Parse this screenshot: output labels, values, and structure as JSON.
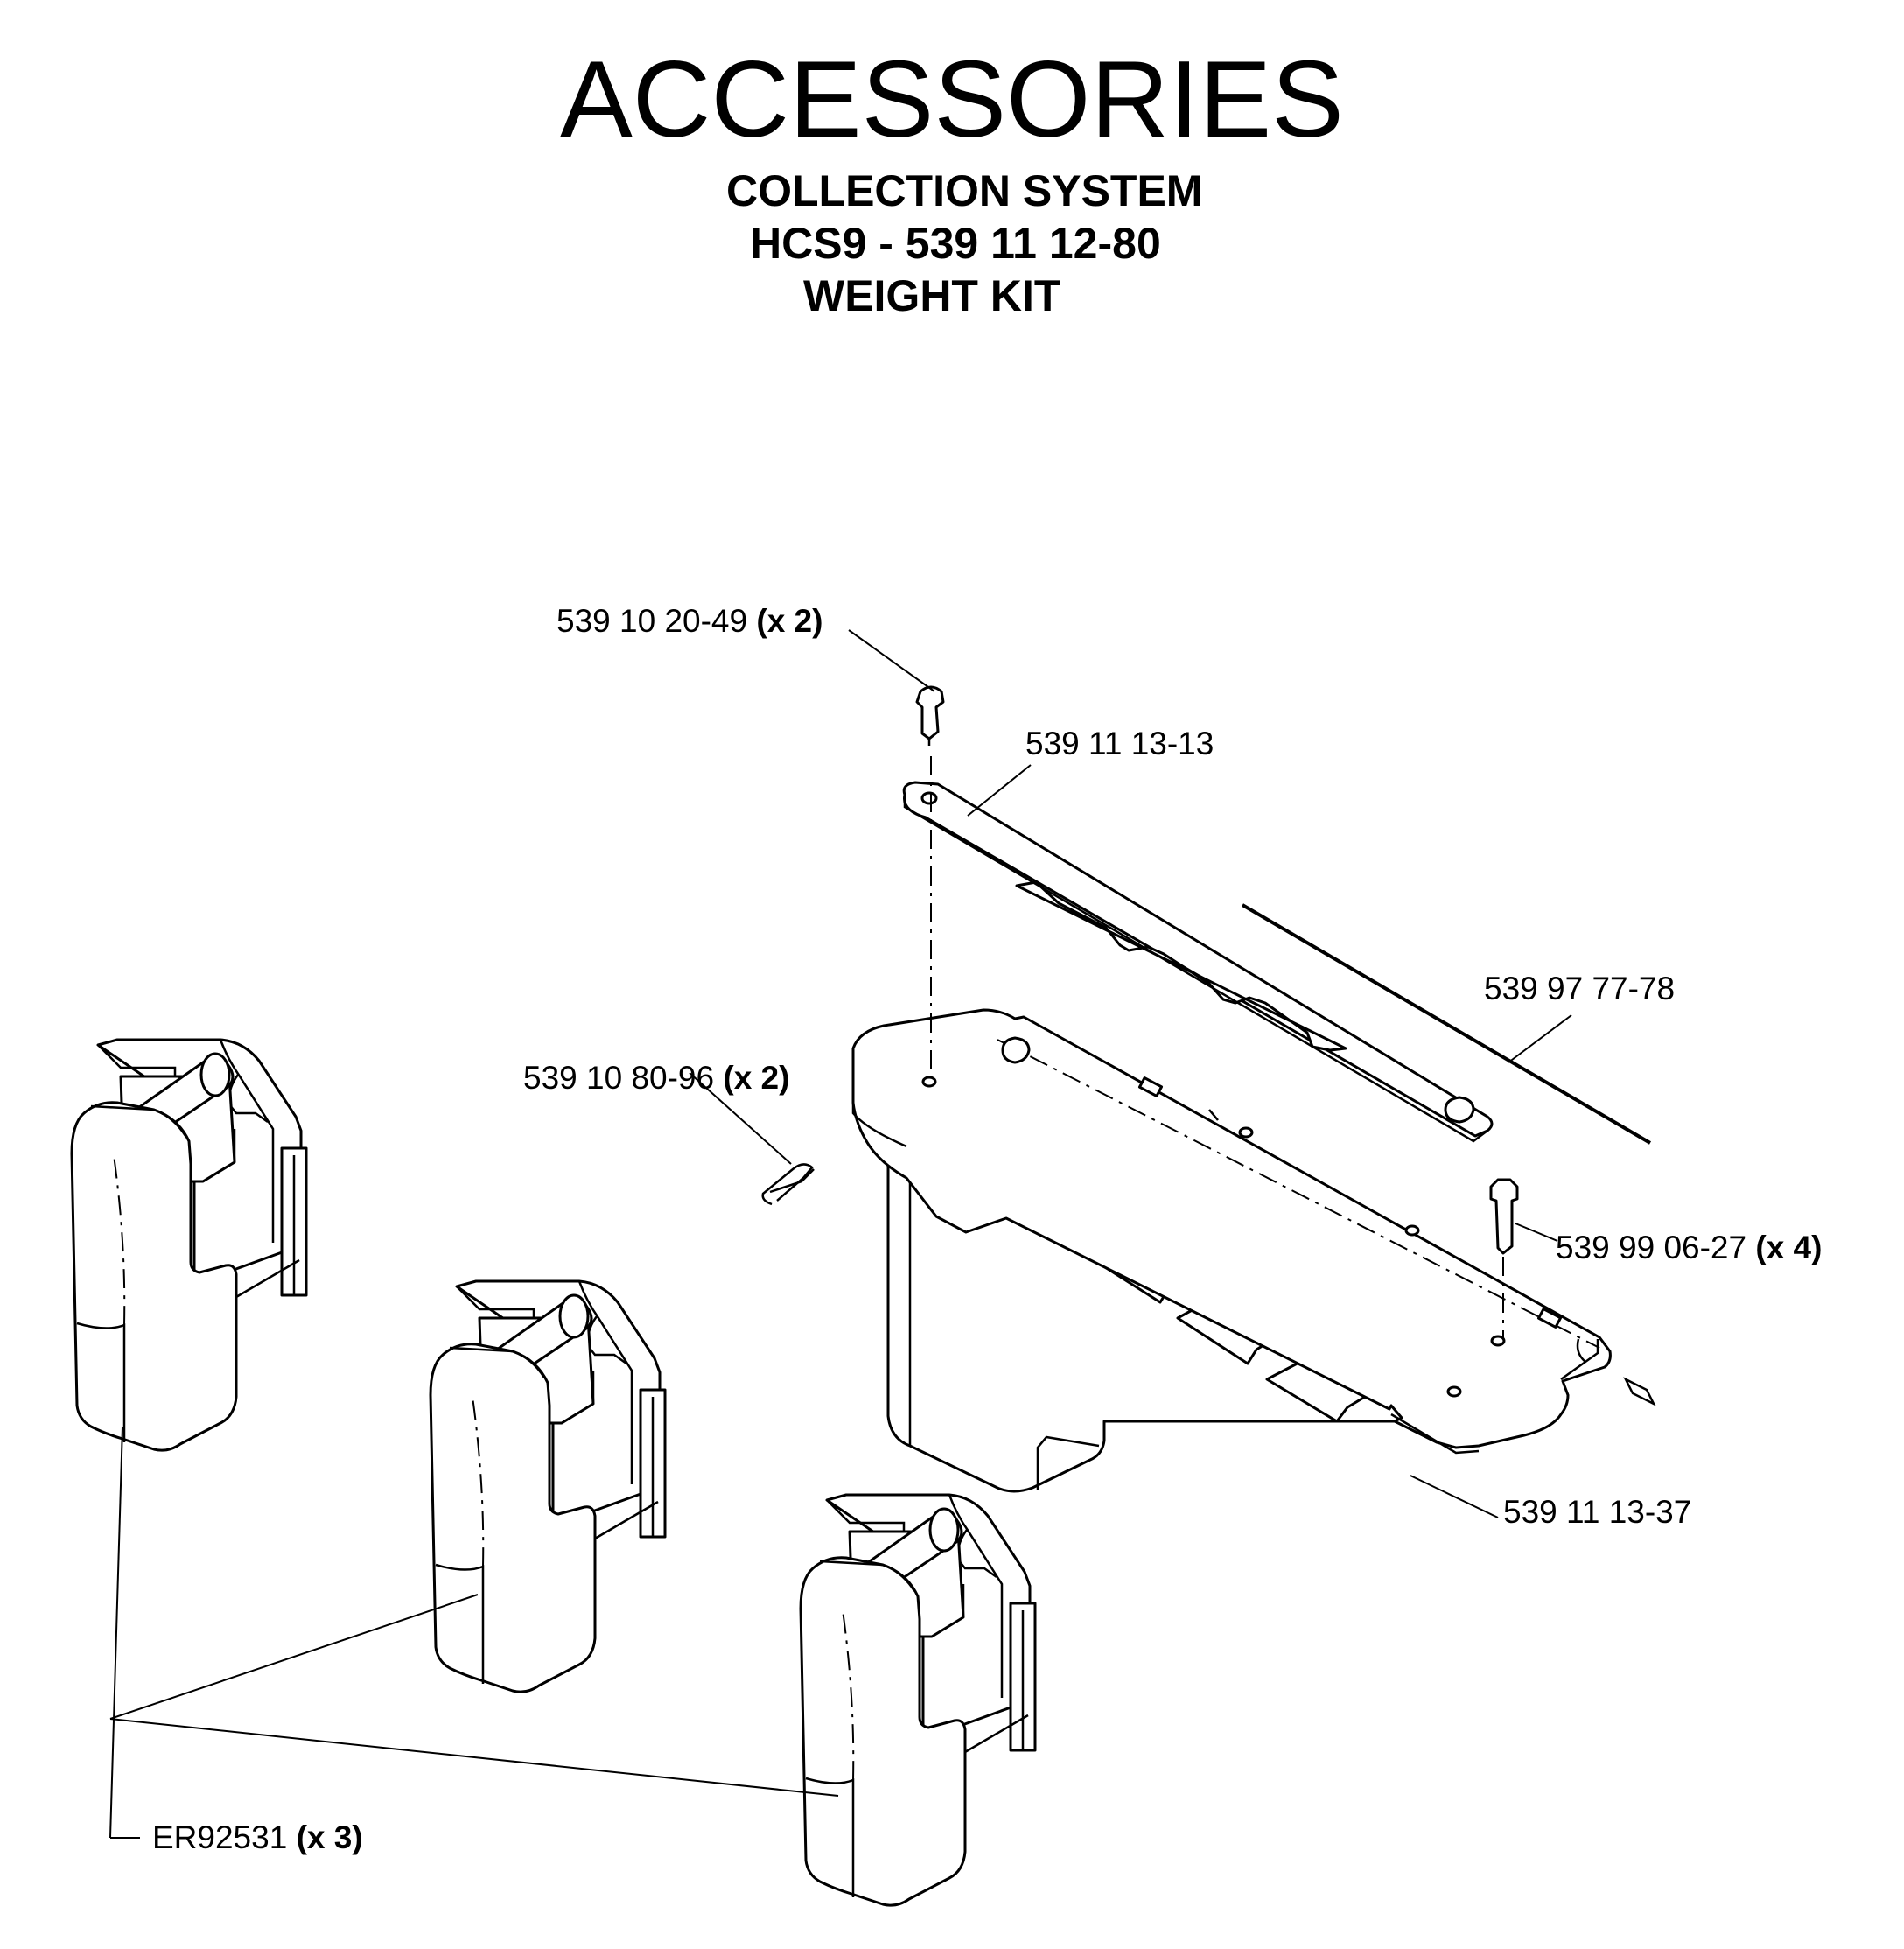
{
  "header": {
    "title": "ACCESSORIES",
    "subtitle_1": "COLLECTION SYSTEM",
    "subtitle_2": "HCS9 - 539 11 12-80",
    "subtitle_3": "WEIGHT KIT"
  },
  "callouts": [
    {
      "part": "539 10 20-49",
      "qty": "(x 2)"
    },
    {
      "part": "539 11 13-13",
      "qty": ""
    },
    {
      "part": "539 97 77-78",
      "qty": ""
    },
    {
      "part": "539 10 80-96",
      "qty": "(x 2)"
    },
    {
      "part": "539 99 06-27",
      "qty": "(x 4)"
    },
    {
      "part": "539 11 13-37",
      "qty": ""
    },
    {
      "part": "ER92531",
      "qty": "(x 3)"
    }
  ]
}
